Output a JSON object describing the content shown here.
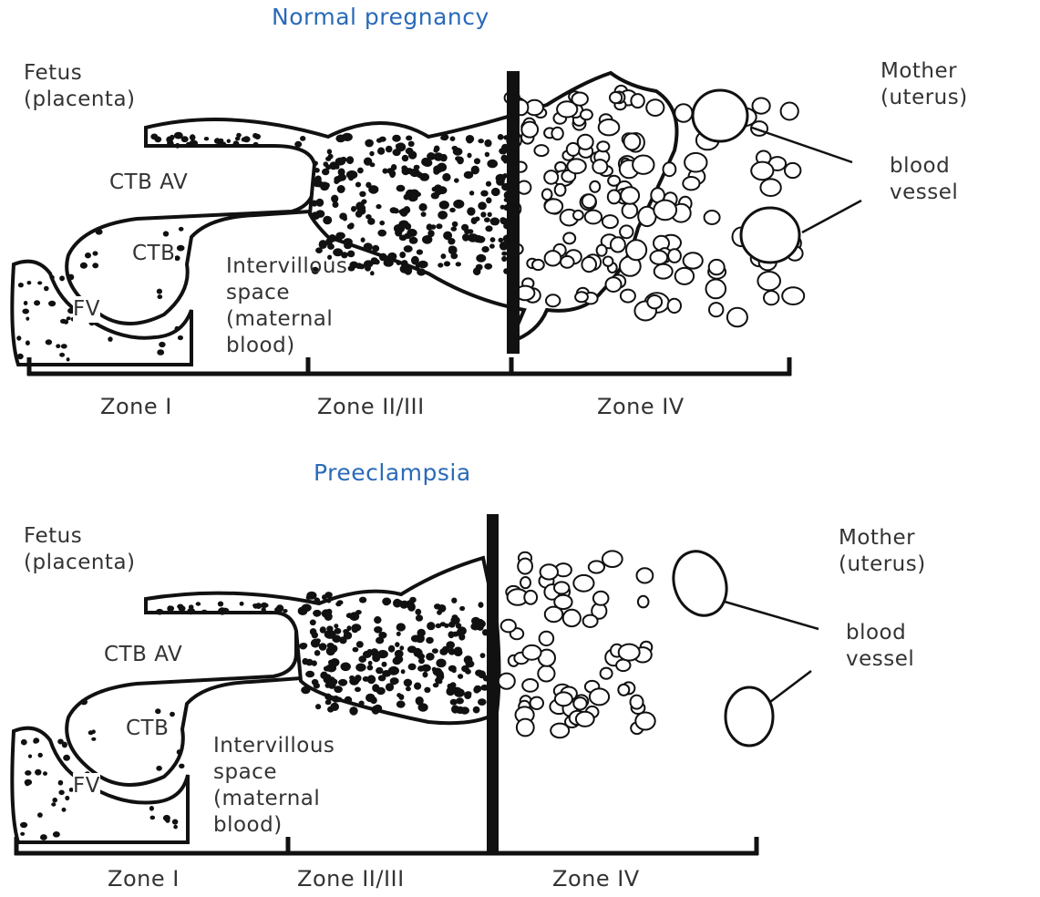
{
  "panels": [
    {
      "title": "Normal pregnancy",
      "fetus": "Fetus\n(placenta)",
      "mother": "Mother\n(uterus)",
      "blood_vessel": "blood\nvessel",
      "ctb_av": "CTB AV",
      "ctb": "CTB",
      "fv": "FV",
      "intervillous": "Intervillous\nspace\n(maternal\nblood)",
      "zones": [
        "Zone I",
        "Zone II/III",
        "Zone IV"
      ]
    },
    {
      "title": "Preeclampsia",
      "fetus": "Fetus\n(placenta)",
      "mother": "Mother\n(uterus)",
      "blood_vessel": "blood\nvessel",
      "ctb_av": "CTB AV",
      "ctb": "CTB",
      "fv": "FV",
      "intervillous": "Intervillous\nspace\n(maternal\nblood)",
      "zones": [
        "Zone I",
        "Zone II/III",
        "Zone IV"
      ]
    }
  ],
  "colors": {
    "title": "#2a6ab8",
    "ink": "#111111",
    "text": "#333333"
  }
}
